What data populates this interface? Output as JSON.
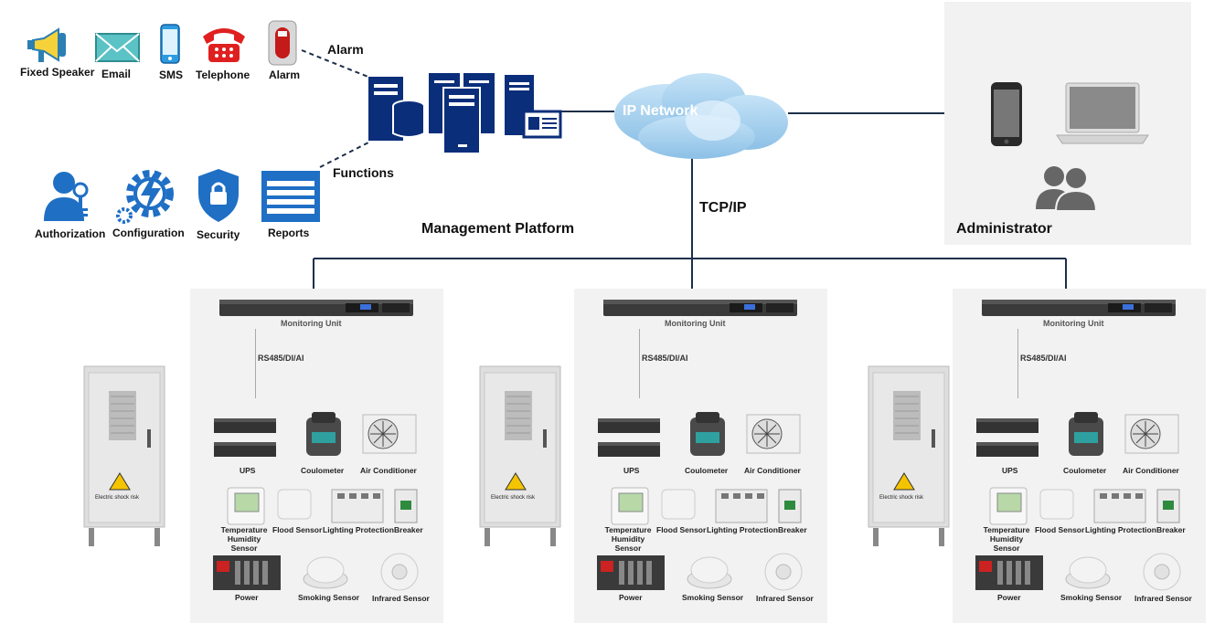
{
  "notifications": [
    {
      "label": "Fixed Speaker",
      "icon": "megaphone-icon"
    },
    {
      "label": "Email",
      "icon": "envelope-icon"
    },
    {
      "label": "SMS",
      "icon": "mobile-phone-icon"
    },
    {
      "label": "Telephone",
      "icon": "telephone-icon"
    },
    {
      "label": "Alarm",
      "icon": "alarm-siren-icon"
    }
  ],
  "functions": [
    {
      "label": "Authorization",
      "icon": "user-key-icon"
    },
    {
      "label": "Configuration",
      "icon": "gear-lightning-icon"
    },
    {
      "label": "Security",
      "icon": "shield-lock-icon"
    },
    {
      "label": "Reports",
      "icon": "reports-icon"
    }
  ],
  "links": {
    "alarm": "Alarm",
    "functions": "Functions",
    "tcpip": "TCP/IP"
  },
  "platform": {
    "label": "Management Platform",
    "icon": "servers-icon"
  },
  "network": {
    "label": "IP Network",
    "icon": "cloud-icon"
  },
  "administrator": {
    "label": "Administrator",
    "devices": [
      "smartphone-icon",
      "laptop-icon",
      "users-icon"
    ]
  },
  "site": {
    "monitoring_unit": "Monitoring Unit",
    "interface": "RS485/DI/AI",
    "cabinet_warning": "Electric shock risk",
    "devices": [
      {
        "label": "UPS",
        "icon": "ups-icon"
      },
      {
        "label": "Coulometer",
        "icon": "coulometer-icon"
      },
      {
        "label": "Air Conditioner",
        "icon": "air-conditioner-icon"
      },
      {
        "label": "Temperature Humidity Sensor",
        "icon": "temperature-humidity-sensor-icon"
      },
      {
        "label": "Flood Sensor",
        "icon": "flood-sensor-icon"
      },
      {
        "label": "Lighting Protection",
        "icon": "lighting-protection-icon"
      },
      {
        "label": "Breaker",
        "icon": "breaker-icon"
      },
      {
        "label": "Power",
        "icon": "power-icon"
      },
      {
        "label": "Smoking Sensor",
        "icon": "smoke-sensor-icon"
      },
      {
        "label": "Infrared Sensor",
        "icon": "infrared-sensor-icon"
      }
    ]
  },
  "colors": {
    "blue": "#1f6fc5",
    "navy": "#0b2e7a",
    "red": "#e02020",
    "line": "#1c2f4a"
  }
}
